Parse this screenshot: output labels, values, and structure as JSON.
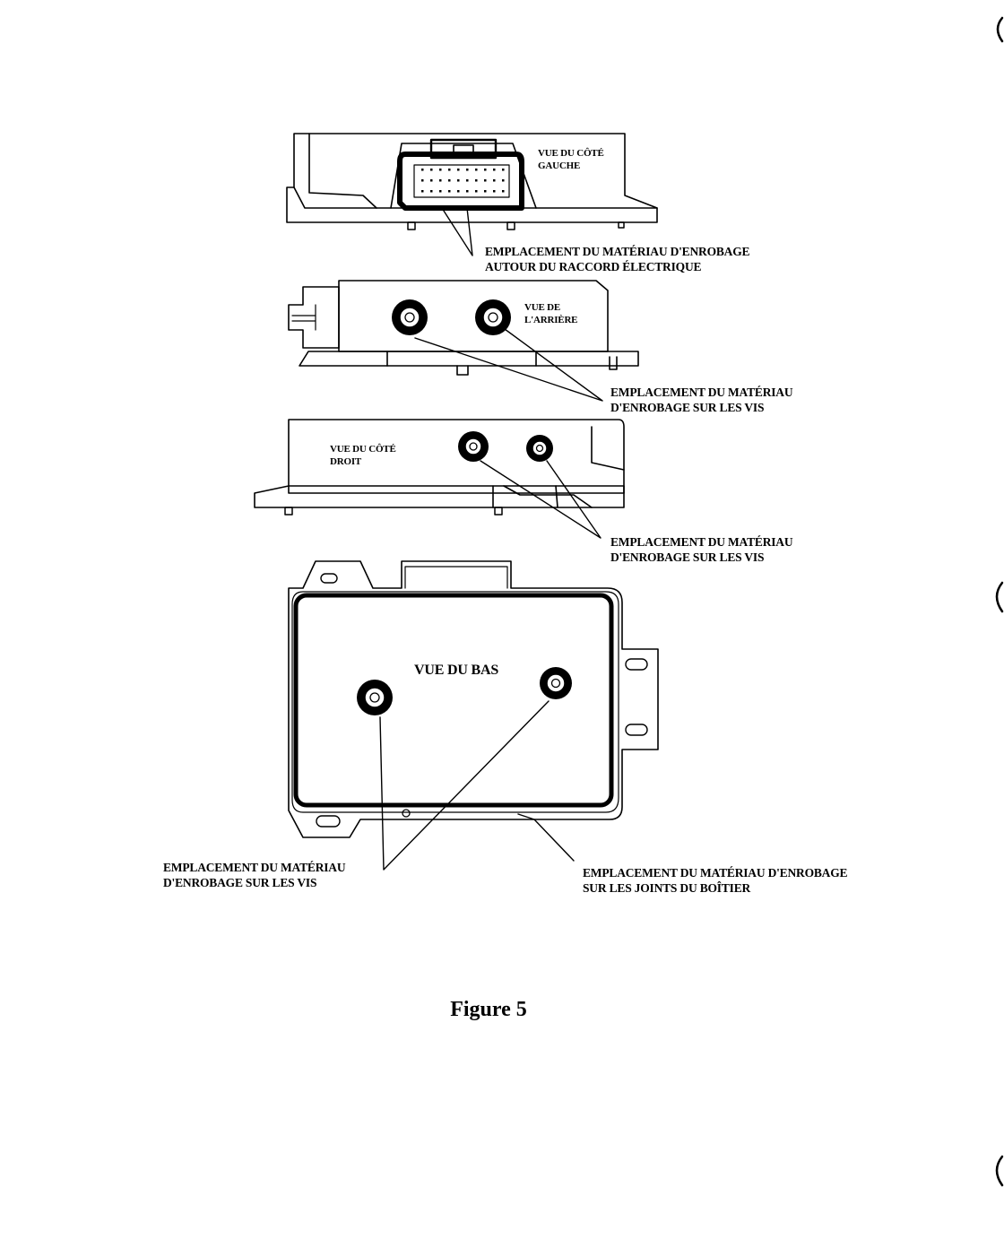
{
  "figure": {
    "caption": "Figure 5"
  },
  "views": {
    "left_side": {
      "line1": "VUE DU CÔTÉ",
      "line2": "GAUCHE"
    },
    "rear": {
      "line1": "VUE DE",
      "line2": "L'ARRIÈRE"
    },
    "right_side": {
      "line1": "VUE DU CÔTÉ",
      "line2": "DROIT"
    },
    "bottom": {
      "line1": "VUE DU BAS"
    }
  },
  "callouts": {
    "connector": {
      "line1": "EMPLACEMENT DU MATÉRIAU D'ENROBAGE",
      "line2": "AUTOUR DU RACCORD ÉLECTRIQUE"
    },
    "rear_screws": {
      "line1": "EMPLACEMENT DU MATÉRIAU",
      "line2": "D'ENROBAGE SUR LES VIS"
    },
    "right_screws": {
      "line1": "EMPLACEMENT DU MATÉRIAU",
      "line2": "D'ENROBAGE SUR LES VIS"
    },
    "bottom_screws": {
      "line1": "EMPLACEMENT DU MATÉRIAU",
      "line2": "D'ENROBAGE SUR LES VIS"
    },
    "housing_joints": {
      "line1": "EMPLACEMENT DU MATÉRIAU D'ENROBAGE",
      "line2": "SUR LES JOINTS DU BOÎTIER"
    }
  }
}
